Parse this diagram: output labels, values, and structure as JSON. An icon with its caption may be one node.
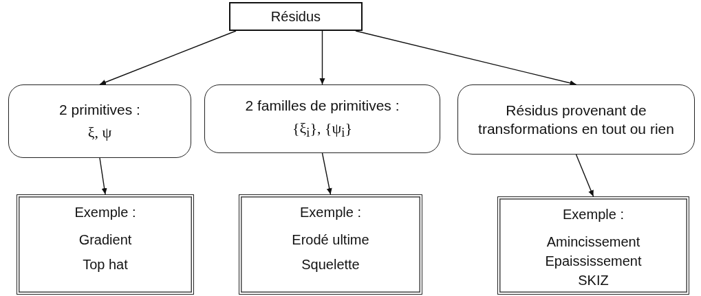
{
  "diagram": {
    "nodes": [
      {
        "text": [
          "Résidus"
        ]
      },
      {
        "text": [
          "2 primitives :",
          "ξ, ψ"
        ]
      },
      {
        "text": [
          "2 familles de primitives :",
          "{ξ$_{i}$}, {ψ$_{i}$}"
        ]
      },
      {
        "text": [
          "Résidus provenant de transformations en tout ou rien"
        ]
      },
      {
        "text": [
          "Exemple :",
          "Gradient",
          "Top hat"
        ]
      },
      {
        "text": [
          "Exemple :",
          "Erodé ultime",
          "Squelette"
        ]
      },
      {
        "text": [
          "Exemple :",
          "Amincissement",
          "Epaississement",
          "SKIZ"
        ]
      }
    ],
    "edges": [
      {
        "from": 0,
        "to": 1,
        "arrow": "to"
      },
      {
        "from": 0,
        "to": 2,
        "arrow": "to"
      },
      {
        "from": 0,
        "to": 3,
        "arrow": "to"
      },
      {
        "from": 1,
        "to": 4,
        "arrow": "to"
      },
      {
        "from": 2,
        "to": 5,
        "arrow": "to"
      },
      {
        "from": 3,
        "to": 6,
        "arrow": "to"
      }
    ]
  }
}
